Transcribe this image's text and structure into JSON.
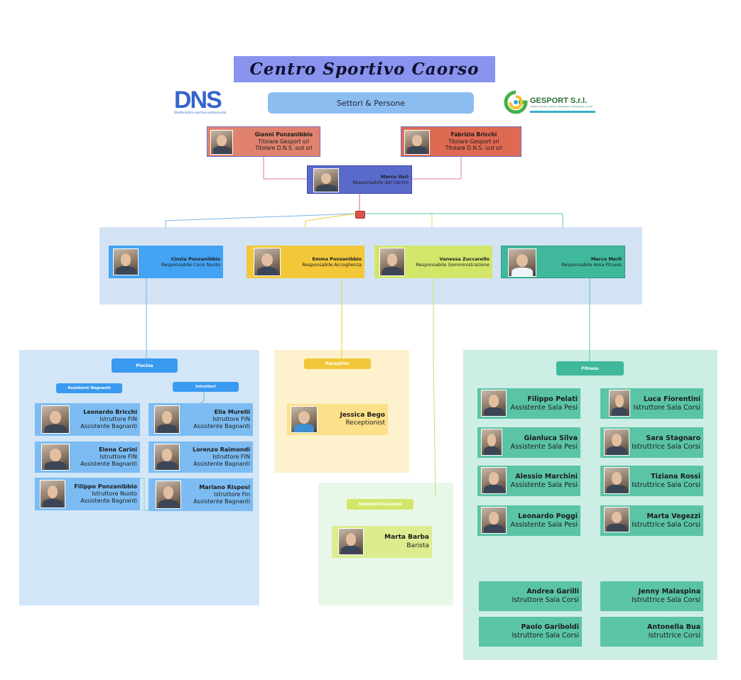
{
  "header": {
    "title": "Centro Sportivo Caorso",
    "subtitle": "Settori & Persone",
    "logo_left_text": "DNS",
    "logo_left_tagline": "Dilettantistica sportiva professionale",
    "logo_right_text": "GESPORT S.r.l.",
    "logo_right_tagline": "impianti sportivi, piscine, attrezzature, stampaggio, servizi"
  },
  "owners": [
    {
      "name": "Gianni Ponzanibbio",
      "role1": "Titolare Gesport srl",
      "role2": "Titolare D.N.S. ssd srl"
    },
    {
      "name": "Fabrizio Bricchi",
      "role1": "Titolare Gesport srl",
      "role2": "Titolare D.N.S. ssd srl"
    }
  ],
  "director": {
    "name": "Marco Ilari",
    "role": "Responsabile del Centro"
  },
  "managers": [
    {
      "name": "Cinzia Ponzanibbio",
      "role": "Responsabile Corsi Nuoto"
    },
    {
      "name": "Emma Ponzanibbio",
      "role": "Responsabile Accoglienza"
    },
    {
      "name": "Vanessa Zuccarello",
      "role": "Responsabile Somministrazione"
    },
    {
      "name": "Marco Merli",
      "role": "Responsabile Area Fitness"
    }
  ],
  "piscina": {
    "label": "Piscina",
    "sub_assistenti": "Assistenti Bagnanti",
    "sub_istruttori": "Istruttori",
    "assistenti": [
      {
        "name": "Leonardo Bricchi",
        "role1": "Istruttore FIN",
        "role2": "Assistente Bagnanti"
      },
      {
        "name": "Elena Carini",
        "role1": "Istruttore FIN",
        "role2": "Assistente Bagnanti"
      },
      {
        "name": "Filippo Ponzanibbio",
        "role1": "Istruttore Nuoto",
        "role2": "Assistente Bagnanti"
      }
    ],
    "istruttori": [
      {
        "name": "Elia Murelli",
        "role1": "Istruttore FIN",
        "role2": "Assistente Bagnanti"
      },
      {
        "name": "Lorenzo Raimondi",
        "role1": "Istruttore FIN",
        "role2": "Assistente Bagnanti"
      },
      {
        "name": "Mariano Risposi",
        "role1": "Istruttore Fin",
        "role2": "Assistente Bagnanti"
      }
    ]
  },
  "reception": {
    "label": "Reception",
    "staff": [
      {
        "name": "Jessica Bego",
        "role": "Receptionist"
      }
    ]
  },
  "somministrazione": {
    "label": "Somministrazione",
    "staff": [
      {
        "name": "Marta Barba",
        "role": "Barista"
      }
    ]
  },
  "fitness": {
    "label": "Fitness",
    "staff": [
      {
        "name": "Filippo Pelati",
        "role": "Assistente Sala Pesi"
      },
      {
        "name": "Luca Fiorentini",
        "role": "Istruttore Sala Corsi"
      },
      {
        "name": "Gianluca Silva",
        "role": "Assistente Sala Pesi"
      },
      {
        "name": "Sara Stagnaro",
        "role": "Istruttrice Sala Corsi"
      },
      {
        "name": "Alessio Marchini",
        "role": "Assistente Sala Pesi"
      },
      {
        "name": "Tiziana Rossi",
        "role": "Istruttrice Sala Corsi"
      },
      {
        "name": "Leonardo Poggi",
        "role": "Assistente Sala Pesi"
      },
      {
        "name": "Marta Vegezzi",
        "role": "Istruttrice Sala Corsi"
      }
    ],
    "no_photo": [
      {
        "name": "Andrea Garilli",
        "role": "Istruttore Sala Corsi"
      },
      {
        "name": "Jenny Malaspina",
        "role": "Istruttrice Sala Corsi"
      },
      {
        "name": "Paolo Gariboldi",
        "role": "Istruttore Sala Corsi"
      },
      {
        "name": "Antonella Bua",
        "role": "Istruttrice  Corsi"
      }
    ]
  },
  "colors": {
    "owner_left": "#e0826e",
    "owner_right": "#df6a52",
    "director": "#5a6acb",
    "cinzia": "#44a3f2",
    "emma": "#f2c73a",
    "vanessa": "#d3e66a",
    "merli": "#3fb89c",
    "piscina_panel": "#d2e6f8",
    "reception_panel": "#fdf2cd",
    "somm_panel": "#e8f8e8",
    "fitness_panel": "#cdeee4"
  }
}
